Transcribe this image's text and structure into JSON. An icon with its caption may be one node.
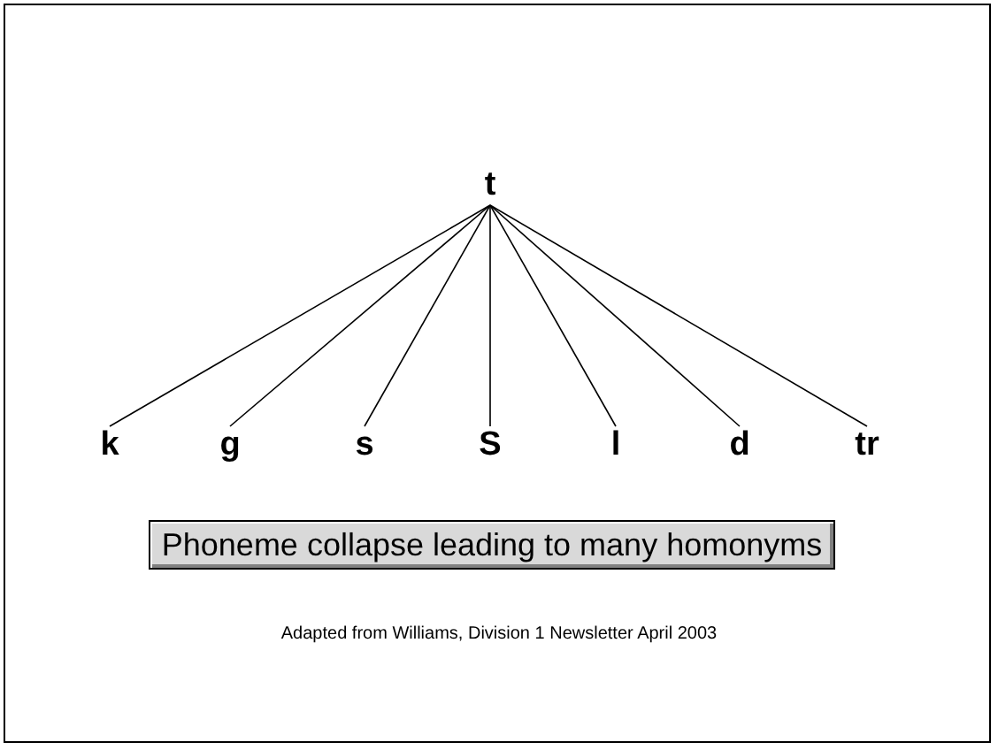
{
  "diagram": {
    "caption": "Adapted from Williams, Division 1 Newsletter April 2003",
    "nodes": [
      {
        "text": [
          "t"
        ]
      },
      {
        "text": [
          "k"
        ]
      },
      {
        "text": [
          "g"
        ]
      },
      {
        "text": [
          "s"
        ]
      },
      {
        "text": [
          "S"
        ]
      },
      {
        "text": [
          "l"
        ]
      },
      {
        "text": [
          "d"
        ]
      },
      {
        "text": [
          "tr"
        ]
      },
      {
        "text": [
          "Phoneme collapse leading to many homonyms"
        ]
      }
    ],
    "edges": [
      {
        "from": 0,
        "to": 1,
        "arrow": "none"
      },
      {
        "from": 0,
        "to": 2,
        "arrow": "none"
      },
      {
        "from": 0,
        "to": 3,
        "arrow": "none"
      },
      {
        "from": 0,
        "to": 4,
        "arrow": "none"
      },
      {
        "from": 0,
        "to": 5,
        "arrow": "none"
      },
      {
        "from": 0,
        "to": 6,
        "arrow": "none"
      },
      {
        "from": 0,
        "to": 7,
        "arrow": "none"
      }
    ]
  }
}
